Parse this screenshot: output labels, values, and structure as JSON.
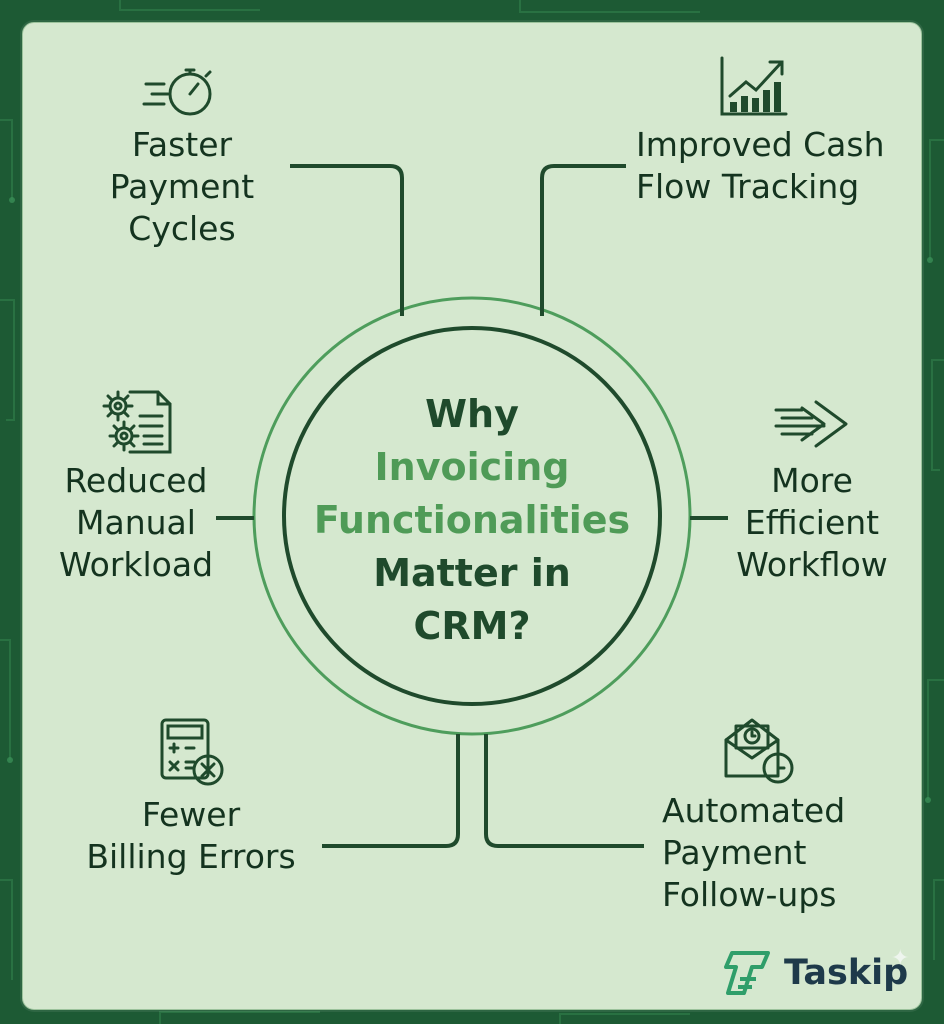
{
  "title": {
    "line1": "Why",
    "line2": "Invoicing",
    "line3": "Functionalities",
    "line4": "Matter in",
    "line5": "CRM?"
  },
  "benefits": [
    {
      "label": "Faster\nPayment\nCycles",
      "icon": "stopwatch-icon"
    },
    {
      "label": "Improved Cash\nFlow Tracking",
      "icon": "growth-chart-icon"
    },
    {
      "label": "Reduced\nManual\nWorkload",
      "icon": "gears-document-icon"
    },
    {
      "label": "More\nEfficient\nWorkflow",
      "icon": "fast-arrows-icon"
    },
    {
      "label": "Fewer\nBilling Errors",
      "icon": "calculator-error-icon"
    },
    {
      "label": "Automated\nPayment\nFollow-ups",
      "icon": "envelope-clock-icon"
    }
  ],
  "brand": {
    "name": "Taskip"
  },
  "colors": {
    "background": "#1d5a34",
    "card": "#d5e8cf",
    "line": "#1f4a2c",
    "accent": "#4f9b57",
    "text": "#14331f"
  }
}
